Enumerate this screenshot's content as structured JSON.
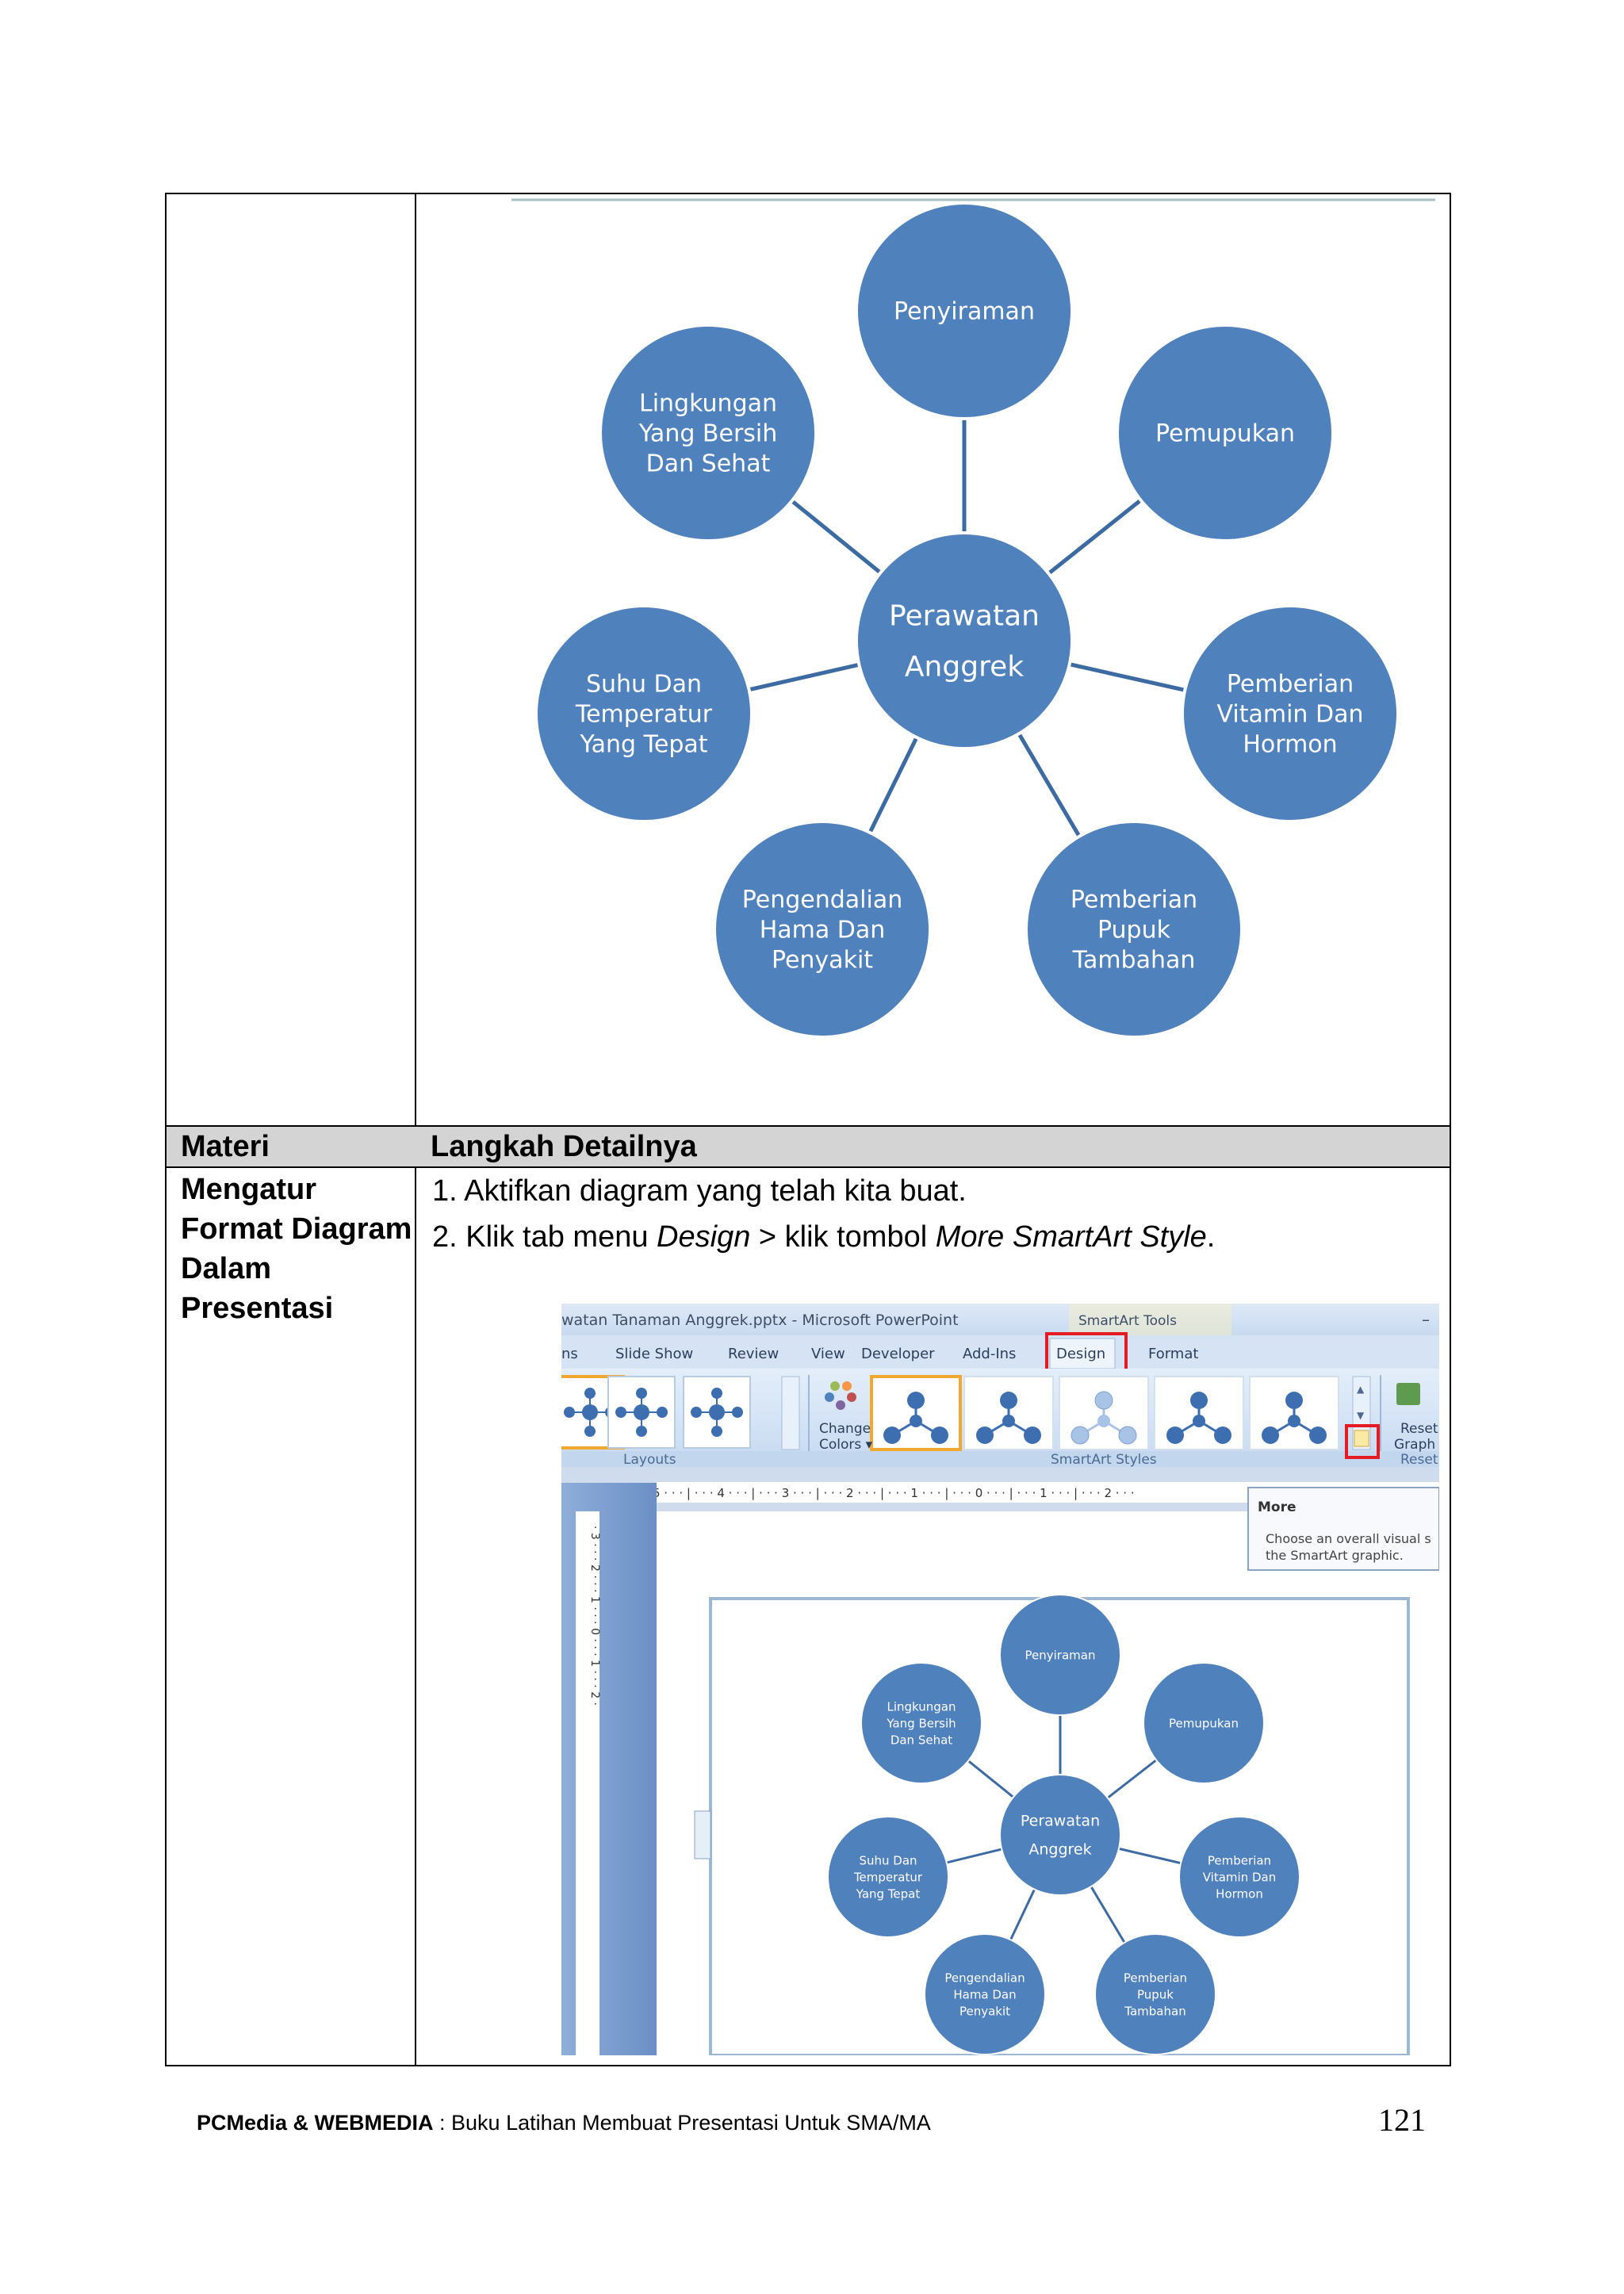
{
  "diagram": {
    "center": [
      "Perawatan",
      "Anggrek"
    ],
    "nodes": [
      [
        "Penyiraman"
      ],
      [
        "Pemupukan"
      ],
      [
        "Pemberian",
        "Vitamin Dan",
        "Hormon"
      ],
      [
        "Pemberian",
        "Pupuk",
        "Tambahan"
      ],
      [
        "Pengendalian",
        "Hama Dan",
        "Penyakit"
      ],
      [
        "Suhu Dan",
        "Temperatur",
        "Yang Tepat"
      ],
      [
        "Lingkungan",
        "Yang Bersih",
        "Dan Sehat"
      ]
    ],
    "colors": {
      "fill": "#4f81bd",
      "line": "#3c6aa3",
      "text": "#ffffff"
    }
  },
  "table": {
    "header_col1": "Materi",
    "header_col2": "Langkah Detailnya",
    "topic_lines": [
      "Mengatur",
      "Format Diagram",
      "Dalam",
      "Presentasi"
    ],
    "step1": "1. Aktifkan diagram yang telah kita buat.",
    "step2_parts": [
      "2. Klik tab menu ",
      "Design",
      " > klik tombol ",
      "More SmartArt Style",
      "."
    ]
  },
  "screenshot": {
    "window_title": "watan Tanaman Anggrek.pptx - Microsoft PowerPoint",
    "context_tab": "SmartArt Tools",
    "minimize": "–",
    "tabs": [
      "ns",
      "Slide Show",
      "Review",
      "View",
      "Developer",
      "Add-Ins",
      "Design",
      "Format"
    ],
    "active_tab": "Design",
    "change_colors": [
      "Change",
      "Colors ▾"
    ],
    "reset": [
      "Reset",
      "Graph"
    ],
    "group_layouts": "Layouts",
    "group_styles": "SmartArt Styles",
    "group_reset": "Reset",
    "ruler_text": "5 · · · | · · · 4 · · · | · · · 3 · · · | · · · 2 · · · | · · · 1 · · · | · · · 0 · · · | · · · 1 · · · | · · · 2 · · ·",
    "tooltip_title": "More",
    "tooltip_body": [
      "Choose an overall visual s",
      "the SmartArt graphic."
    ],
    "vruler_text": "· 3 · · · 2 · · · 1 · · · 0 · · · 1 · · · 2 ·"
  },
  "footer": {
    "brand": "PCMedia & WEBMEDIA",
    "title": " : Buku Latihan Membuat Presentasi Untuk SMA/MA",
    "page": "121"
  }
}
